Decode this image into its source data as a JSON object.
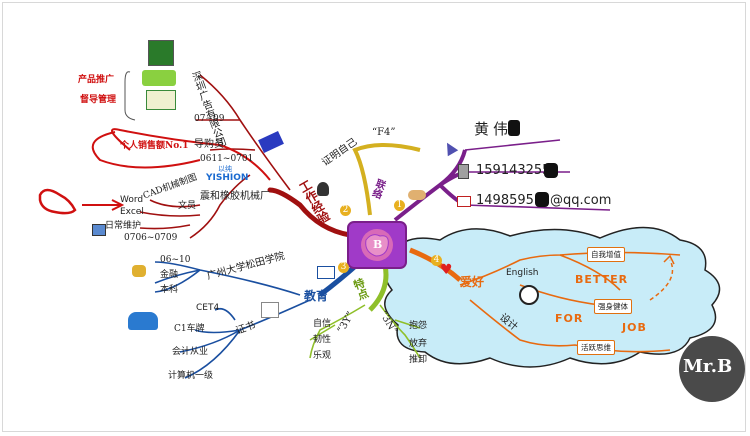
{
  "center": {
    "label": "B"
  },
  "branches": {
    "work": "工作经验",
    "traits": "特点",
    "education": "教育",
    "hobby": "爱好",
    "contact": "联络",
    "prove": "证明自己",
    "f4": "“F4”"
  },
  "work": {
    "company1": "深圳广告有限公司",
    "promo": [
      "产品推广",
      "督导管理"
    ],
    "period1": "07~09",
    "guide": "导购员",
    "record": "个人销售额No.1",
    "period2": "0611~0701",
    "brand": "YISHION",
    "brand_small": "以纯",
    "company2": "震和橡胶机械厂",
    "clerk": "文员",
    "cad": "CAD机械制图",
    "office": [
      "Word",
      "Excel"
    ],
    "daily": "日常维护",
    "period3": "0706~0709"
  },
  "education": {
    "college": "广州大学松田学院",
    "years": "06~10",
    "major": "金融",
    "degree": "本科",
    "cert": "证书",
    "certs": [
      "CET4",
      "C1车牌",
      "会计从业",
      "计算机一级"
    ]
  },
  "traits": {
    "y3": "“3Y”",
    "y3_items": [
      "自信",
      "韧性",
      "乐观"
    ],
    "n3": "“3N”",
    "n3_items": [
      "抱怨",
      "放弃",
      "推卸"
    ]
  },
  "hobby": {
    "english": "English",
    "design": "设计",
    "tags": [
      "自我增值",
      "强身健体",
      "活跃思维"
    ],
    "slogan": [
      "BETTER",
      "FOR",
      "JOB"
    ]
  },
  "contact": {
    "name": "黄伟",
    "phone": "159143255",
    "email_prefix": "1498595",
    "email_suffix": "@qq.com"
  },
  "logo": {
    "text": "Mr.B"
  },
  "colors": {
    "work": "#a01010",
    "contact": "#7a1f8a",
    "hobby": "#e86a10",
    "education": "#1a4fa0",
    "traits": "#8fbf2a",
    "prove": "#d4b020",
    "cloud": "#c8ecf8"
  }
}
